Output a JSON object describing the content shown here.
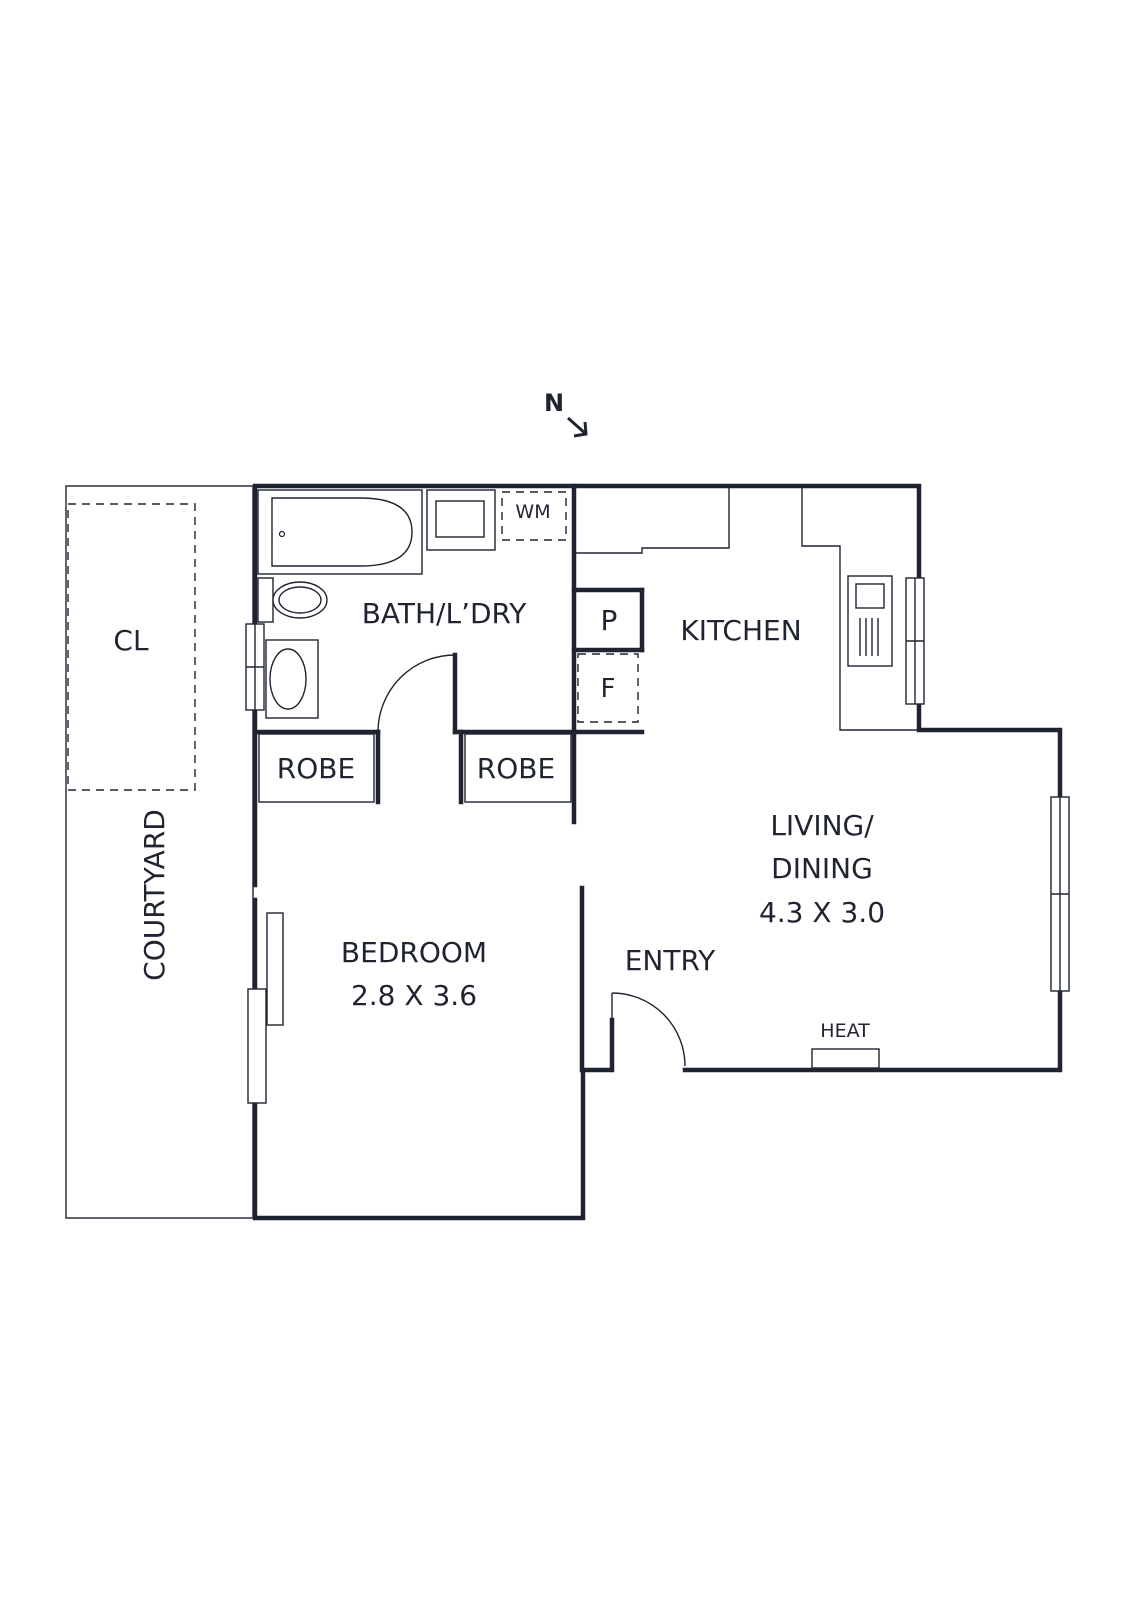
{
  "compass": {
    "label": "N"
  },
  "rooms": {
    "cl": "CL",
    "courtyard": "COURTYARD",
    "bath_laundry": "BATH/L’DRY",
    "wm": "WM",
    "kitchen": "KITCHEN",
    "pantry": "P",
    "fridge": "F",
    "robe_left": "ROBE",
    "robe_right": "ROBE",
    "living_line1": "LIVING/",
    "living_line2": "DINING",
    "living_size": "4.3 X 3.0",
    "bedroom": "BEDROOM",
    "bedroom_size": "2.8 X 3.6",
    "entry": "ENTRY",
    "heat": "HEAT"
  }
}
